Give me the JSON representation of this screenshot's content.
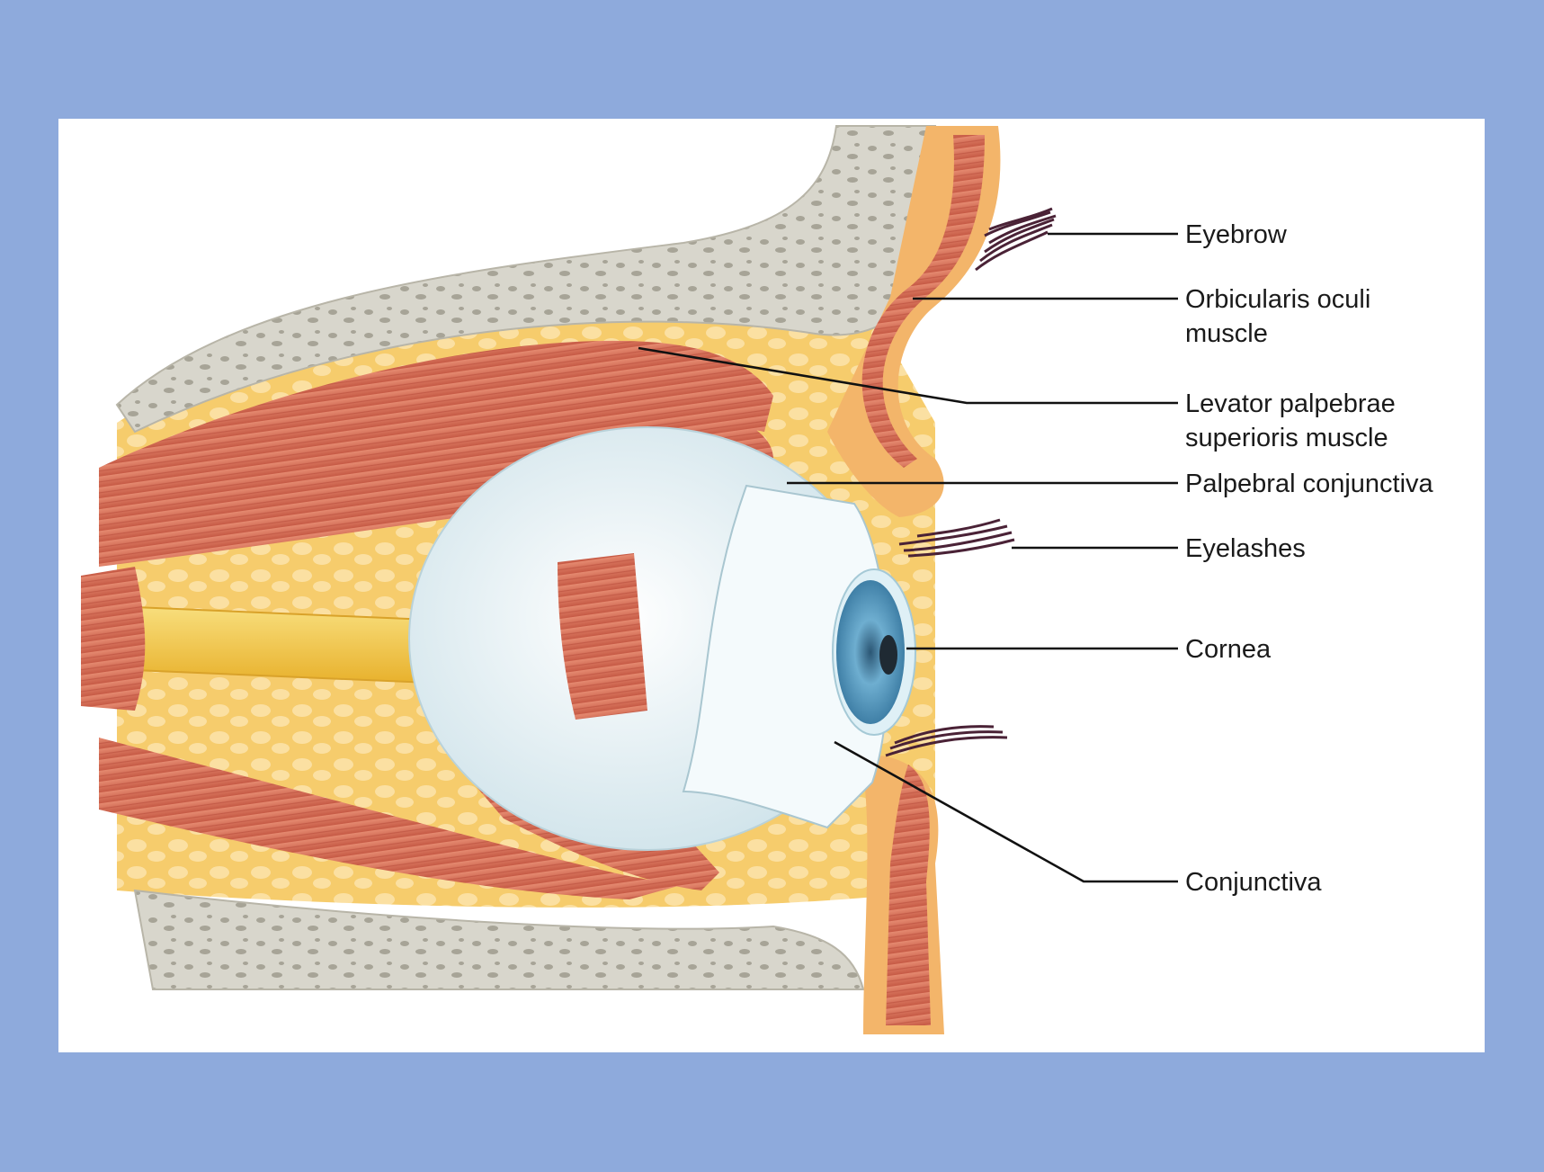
{
  "labels": {
    "eyebrow": "Eyebrow",
    "orbicularis_line1": "Orbicularis oculi",
    "orbicularis_line2": "muscle",
    "levator_line1": "Levator palpebrae",
    "levator_line2": "superioris muscle",
    "palpebral_conjunctiva": "Palpebral conjunctiva",
    "eyelashes": "Eyelashes",
    "cornea": "Cornea",
    "conjunctiva": "Conjunctiva"
  },
  "colors": {
    "background": "#8eaadc",
    "panel": "#ffffff",
    "bone": "#d8d6cc",
    "fat": "#f6cc6c",
    "muscle": "#d9705a",
    "sclera": "#e9f3f6",
    "iris": "#5f9fc4",
    "nerve": "#f2c23c",
    "hair": "#4a2236"
  }
}
